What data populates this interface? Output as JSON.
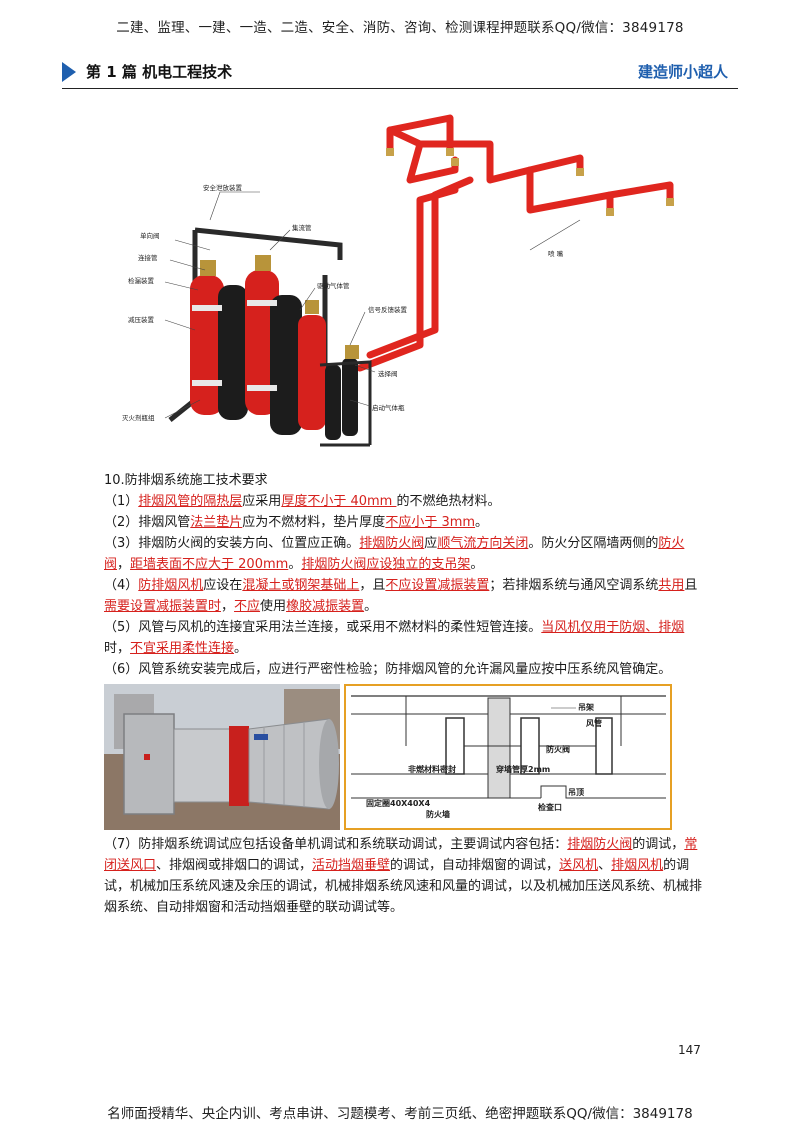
{
  "top_banner": "二建、监理、一建、一造、二造、安全、消防、咨询、检测课程押题联系QQ/微信：3849178",
  "chapter": {
    "title": "第 1 篇  机电工程技术",
    "author": "建造师小超人"
  },
  "diagram1": {
    "labels": {
      "safety_vent": "安全泄放装置",
      "check_valve": "单向阀",
      "connector_pipe": "连接管",
      "weighing_device": "检漏装置",
      "pressure_reducer": "减压装置",
      "extinguisher_cylinder": "灭火剂瓶组",
      "collector_pipe": "集流管",
      "drive_gas_pipe": "驱动气体管",
      "signal_feedback": "信号反馈装置",
      "selector_valve": "选择阀",
      "drive_gas_cylinder": "启动气体瓶",
      "nozzle": "喷   嘴"
    }
  },
  "section10": {
    "heading": "10.防排烟系统施工技术要求",
    "items": [
      {
        "p1": "（1）",
        "h1": "排烟风管的隔热层",
        "p2": "应采用",
        "h2": "厚度不小于 40mm ",
        "p3": "的不燃绝热材料。"
      },
      {
        "p1": "（2）排烟风管",
        "h1": "法兰垫片",
        "p2": "应为不燃材料，垫片厚度",
        "h2": "不应小于 3mm",
        "p3": "。"
      },
      {
        "p1": "（3）排烟防火阀的安装方向、位置应正确。",
        "h1": "排烟防火阀",
        "p2": "应",
        "h2": "顺气流方向关闭",
        "p3": "。防火分区隔墙两侧的",
        "h3": "防火阀",
        "p4": "，",
        "h4": "距墙表面不应大于 200mm",
        "p5": "。",
        "h5": "排烟防火阀应设独立的支吊架",
        "p6": "。"
      },
      {
        "p1": "（4）",
        "h1": "防排烟风机",
        "p2": "应设在",
        "h2": "混凝土或钢架基础上",
        "p3": "，且",
        "h3": "不应设置减振装置",
        "p4": "；若排烟系统与通风空调系统",
        "h4": "共用",
        "p5": "且",
        "h5": "需要设置减振装置时",
        "p6": "，",
        "h6": "不应",
        "p7": "使用",
        "h7": "橡胶减振装置",
        "p8": "。"
      },
      {
        "p1": "（5）风管与风机的连接宜采用法兰连接，或采用不燃材料的柔性短管连接。",
        "h1": "当风机仅用于防烟、排烟",
        "p2": "时，",
        "h2": "不宜采用柔性连接",
        "p3": "。"
      },
      {
        "p1": "（6）风管系统安装完成后，应进行严密性检验；防排烟风管的允许漏风量应按中压系统风管确定。"
      }
    ]
  },
  "diagram2": {
    "labels": {
      "hanger": "吊架",
      "duct": "风管",
      "fire_damper": "防火阀",
      "noncombustible_seal": "非燃材料密封",
      "wall_sleeve": "穿墙管厚2mm",
      "angle_iron": "固定圈40X40X4",
      "fire_wall": "防火墙",
      "ceiling": "吊顶",
      "access_door": "检查口"
    }
  },
  "item7": {
    "p1": "（7）防排烟系统调试应包括设备单机调试和系统联动调试，主要调试内容包括：",
    "h1": "排烟防火阀",
    "p2": "的调试，",
    "h2": "常闭送风口",
    "p3": "、排烟阀或排烟口的调试，",
    "h3": "活动挡烟垂壁",
    "p4": "的调试，自动排烟窗的调试，",
    "h4": "送风机",
    "p5": "、",
    "h5": "排烟风机",
    "p6": "的调试，机械加压系统风速及余压的调试，机械排烟系统风速和风量的调试，以及机械加压送风系统、机械排烟系统、自动排烟窗和活动挡烟垂壁的联动调试等。"
  },
  "page_number": "147",
  "footer": "名师面授精华、央企内训、考点串讲、习题模考、考前三页纸、绝密押题联系QQ/微信：3849178",
  "colors": {
    "highlight": "#d6211d",
    "accent_blue": "#1f5fae",
    "pipe_red": "#e0261f",
    "frame_orange": "#e6a024"
  }
}
